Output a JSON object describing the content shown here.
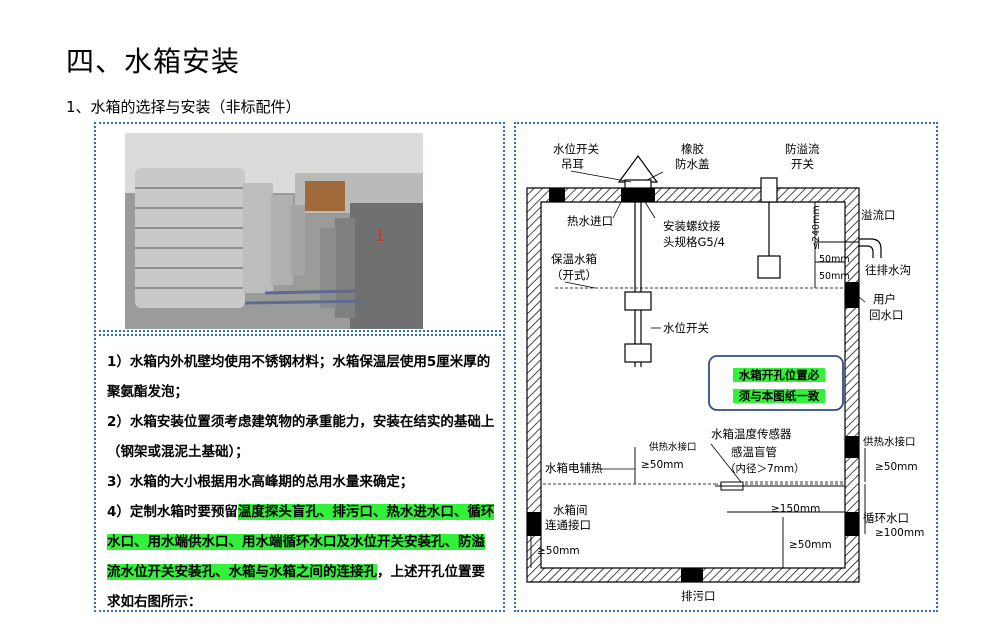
{
  "heading": "四、水箱安装",
  "subheading": "1、水箱的选择与安装（非标配件）",
  "photo": {
    "tank_number": "1"
  },
  "notes": {
    "n1": "1）水箱内外机壁均使用不锈钢材料；水箱保温层使用5厘米厚的聚氨酯发泡；",
    "n2": "2）水箱安装位置须考虑建筑物的承重能力，安装在结实的基础上（钢架或混泥土基础）；",
    "n3": "3）水箱的大小根据用水高峰期的总用水量来确定；",
    "n4_pre": "4）定制水箱时要预留",
    "n4_hl": "温度探头盲孔、排污口、热水进水口、循环水口、用水端供水口、用水端循环水口及水位开关安装孔、防溢流水位开关安装孔、水箱与水箱之间的连接孔",
    "n4_post": "，上述开孔位置要求如右图所示："
  },
  "diagram": {
    "lbl_switch_ear_1": "水位开关",
    "lbl_switch_ear_2": "吊耳",
    "lbl_rubber_1": "橡胶",
    "lbl_rubber_2": "防水盖",
    "lbl_overflow_sw_1": "防溢流",
    "lbl_overflow_sw_2": "开关",
    "lbl_hot_inlet": "热水进口",
    "lbl_thread_1": "安装螺纹接",
    "lbl_thread_2": "头规格G5/4",
    "lbl_240": "≤240mm",
    "lbl_overflow_port": "溢流口",
    "lbl_insulated_1": "保温水箱",
    "lbl_insulated_2": "（开式）",
    "lbl_50a": "50mm",
    "lbl_50b": "50mm",
    "lbl_drain_ditch": "往排水沟",
    "lbl_return_1": "用户",
    "lbl_return_2": "回水口",
    "lbl_level_switch": "水位开关",
    "note_1": "水箱开孔位置必",
    "note_2": "须与本图纸一致",
    "lbl_temp_sensor": "水箱温度传感器",
    "lbl_supply_small": "供热水接口",
    "lbl_supply_right": "供热水接口",
    "lbl_ge50_a": "≥50mm",
    "lbl_ge50_b": "≥50mm",
    "lbl_heater": "水箱电辅热",
    "lbl_blind_1": "感温盲管",
    "lbl_blind_2": "（内径＞7mm）",
    "lbl_conn_1": "水箱间",
    "lbl_conn_2": "连通接口",
    "lbl_ge150": "≥150mm",
    "lbl_circ_1": "循环水口",
    "lbl_circ_2": "≥100mm",
    "lbl_ge50_c": "≥50mm",
    "lbl_ge50_d": "≥50mm",
    "lbl_sewage": "排污口"
  }
}
